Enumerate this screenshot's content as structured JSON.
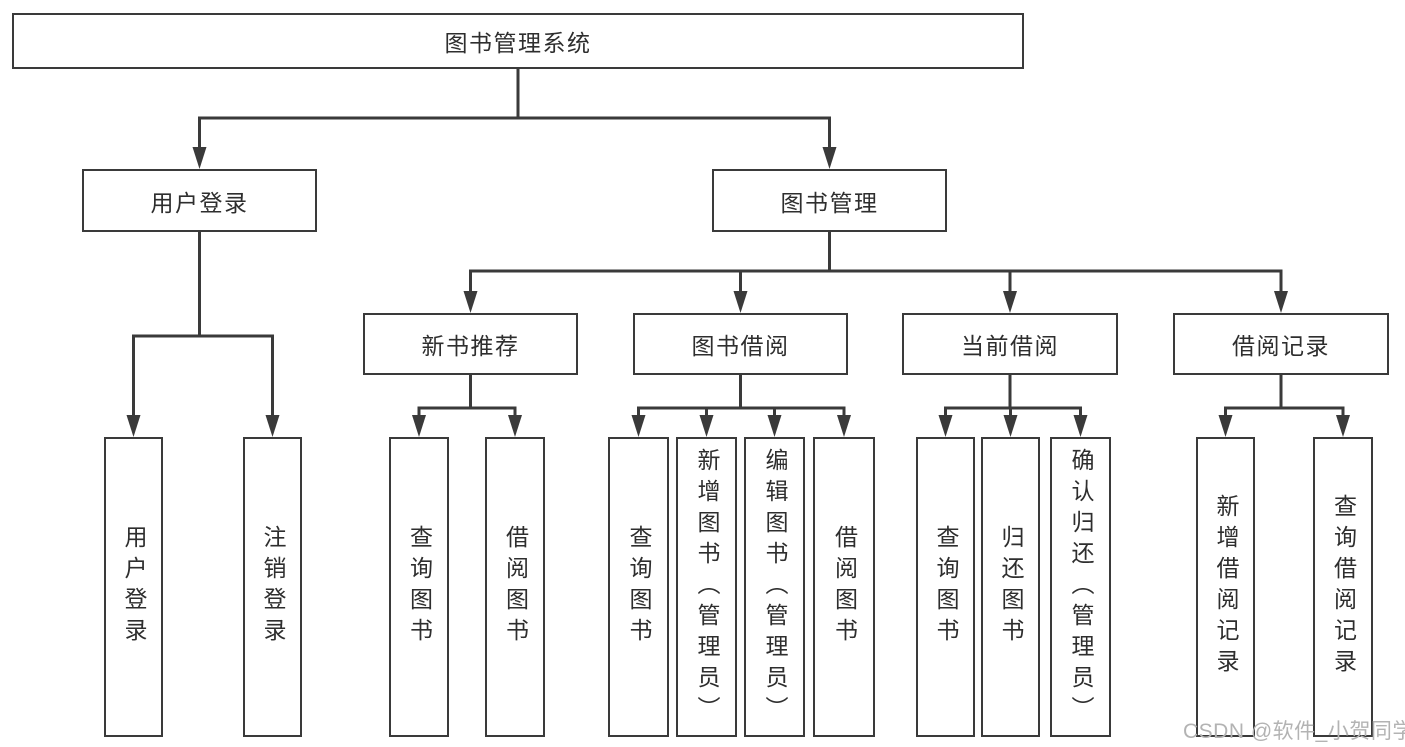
{
  "tree": {
    "label": "图书管理系统",
    "children": [
      {
        "label": "用户登录",
        "children": [
          {
            "label": "用户登录"
          },
          {
            "label": "注销登录"
          }
        ]
      },
      {
        "label": "图书管理",
        "children": [
          {
            "label": "新书推荐",
            "children": [
              {
                "label": "查询图书"
              },
              {
                "label": "借阅图书"
              }
            ]
          },
          {
            "label": "图书借阅",
            "children": [
              {
                "label": "查询图书"
              },
              {
                "label": "新增图书（管理员）"
              },
              {
                "label": "编辑图书（管理员）"
              },
              {
                "label": "借阅图书"
              }
            ]
          },
          {
            "label": "当前借阅",
            "children": [
              {
                "label": "查询图书"
              },
              {
                "label": "归还图书"
              },
              {
                "label": "确认归还（管理员）"
              }
            ]
          },
          {
            "label": "借阅记录",
            "children": [
              {
                "label": "新增借阅记录"
              },
              {
                "label": "查询借阅记录"
              }
            ]
          }
        ]
      }
    ]
  },
  "watermark": {
    "text": "CSDN @软件_小贺同学"
  },
  "colors": {
    "line": "#3a3a3a",
    "text": "#2e2e2e",
    "background": "#ffffff",
    "watermark": "#b3b3b3"
  }
}
